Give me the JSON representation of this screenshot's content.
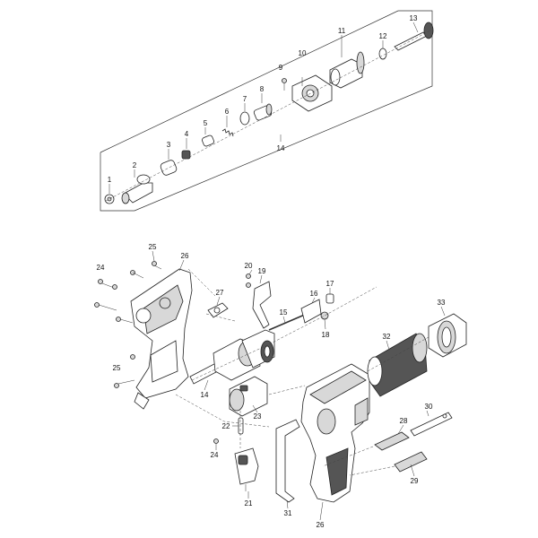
{
  "callouts": {
    "c1": "1",
    "c2": "2",
    "c3": "3",
    "c4": "4",
    "c5": "5",
    "c6": "6",
    "c7": "7",
    "c8": "8",
    "c9": "9",
    "c10": "10",
    "c11": "11",
    "c12": "12",
    "c13": "13",
    "c14_top": "14",
    "c14": "14",
    "c15": "15",
    "c16": "16",
    "c17": "17",
    "c18": "18",
    "c19": "19",
    "c20": "20",
    "c21": "21",
    "c22": "22",
    "c23": "23",
    "c24a": "24",
    "c24b": "24",
    "c25a": "25",
    "c25b": "25",
    "c26a": "26",
    "c26b": "26",
    "c27": "27",
    "c28": "28",
    "c29": "29",
    "c30": "30",
    "c31": "31",
    "c32": "32",
    "c33": "33"
  }
}
